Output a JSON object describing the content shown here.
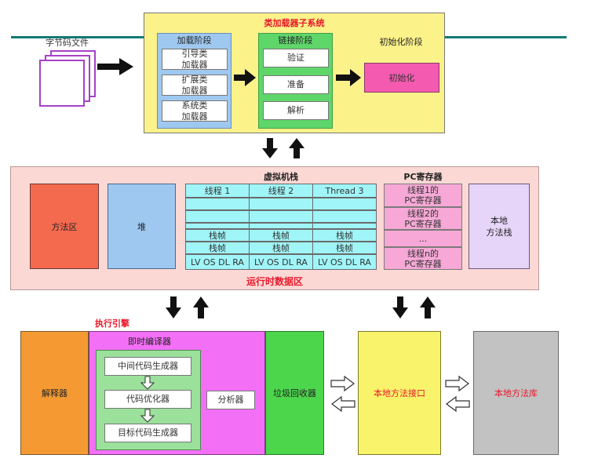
{
  "class_loader": {
    "title": "类加载器子系统",
    "bytecode_label": "字节码文件",
    "loading_phase": {
      "title": "加载阶段",
      "items": [
        "引导类\n加载器",
        "扩展类\n加载器",
        "系统类\n加载器"
      ]
    },
    "linking_phase": {
      "title": "链接阶段",
      "items": [
        "验证",
        "准备",
        "解析"
      ]
    },
    "init_phase": {
      "title": "初始化阶段",
      "item": "初始化"
    }
  },
  "runtime_data": {
    "title": "运行时数据区",
    "method_area": "方法区",
    "heap": "堆",
    "vm_stack": {
      "title": "虚拟机栈",
      "threads": [
        "线程 1",
        "线程 2",
        "Thread 3"
      ],
      "frame_label": "栈帧",
      "locals_label": "LV OS DL RA"
    },
    "pc_register": {
      "title": "PC寄存器",
      "items": [
        "线程1的\nPC寄存器",
        "线程2的\nPC寄存器",
        "...",
        "线程n的\nPC寄存器"
      ]
    },
    "native_stack": "本地\n方法栈"
  },
  "execution_engine": {
    "title": "执行引擎",
    "interpreter": "解释器",
    "jit": {
      "title": "即时编译器",
      "steps": [
        "中间代码生成器",
        "代码优化器",
        "目标代码生成器"
      ],
      "analyzer": "分析器"
    },
    "gc": "垃圾回收器"
  },
  "native_interface": "本地方法接口",
  "native_library": "本地方法库",
  "colors": {
    "yellow": "#fbf28a",
    "blue": "#9fc8f0",
    "green": "#5fd66a",
    "pink": "#f45ab0",
    "salmon": "#fcd8d5",
    "orange_red": "#f46a4f",
    "cyan": "#9ff5f8",
    "lavender": "#e7d5f9",
    "orange": "#f59a33",
    "magenta": "#f36ff6",
    "gc_green": "#4cd64c",
    "native_yellow": "#f8f36a",
    "gray": "#c2c2c2",
    "teal_line": "#137a74"
  }
}
